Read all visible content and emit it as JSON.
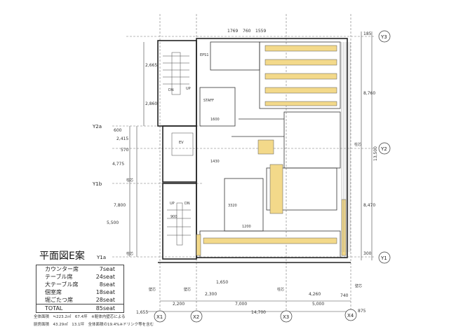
{
  "plan": {
    "title": "平面図E案",
    "legend": [
      {
        "label": "カウンター席",
        "value": "7seat"
      },
      {
        "label": "テーブル席",
        "value": "24seat"
      },
      {
        "label": "大テーブル席",
        "value": "8seat"
      },
      {
        "label": "個室席",
        "value": "18seat"
      },
      {
        "label": "堀ごたつ席",
        "value": "28seat"
      }
    ],
    "total": {
      "label": "TOTAL",
      "value": "85seat"
    },
    "notes": [
      "全体面積　≒223.2㎡　67.4坪　※躯体内壁芯による",
      "厨房面積　43.29㎡　13.1坪　全体面積の19.4%※ドリンク等を含む"
    ]
  },
  "grid": {
    "x_axes": [
      "X1",
      "X2",
      "X3",
      "X4"
    ],
    "y_axes_right": [
      "Y3",
      "Y2",
      "Y1"
    ],
    "y_axes_left": [
      "Y2a",
      "Y1b",
      "Y1a"
    ]
  },
  "dimensions": {
    "bottom": [
      "1,655",
      "2,200",
      "2,300",
      "7,000",
      "14,700",
      "4,260",
      "5,000",
      "740",
      "875",
      "1,650"
    ],
    "right": [
      "185",
      "8,760",
      "13,500",
      "8,470",
      "300"
    ],
    "left": [
      "2,665",
      "2,860",
      "4,775",
      "2,415",
      "600",
      "570",
      "5,500",
      "7,800"
    ],
    "top": [
      "1769",
      "760",
      "1559"
    ],
    "inner": [
      "1600",
      "1430",
      "1200",
      "3320",
      "900"
    ]
  },
  "rooms": {
    "eps": "EPS1",
    "up": "UP",
    "dn": "DN",
    "ev": "EV",
    "staff": "STAFF",
    "column": "柱芯",
    "wall": "壁芯"
  },
  "colors": {
    "seat": "#f3d98a",
    "line": "#333333",
    "grid": "#666666"
  }
}
